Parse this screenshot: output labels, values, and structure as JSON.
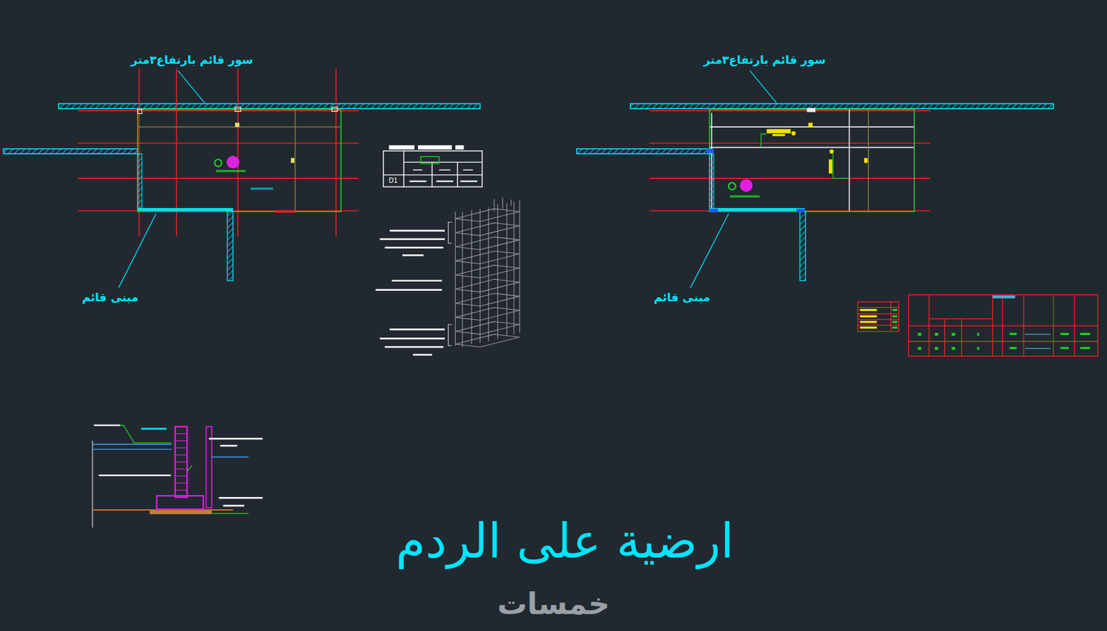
{
  "diagram": {
    "title": "ارضية على الردم",
    "labels": [
      "سور قائم بارتفاع٣متر",
      "سور قائم بارتفاع٣متر",
      "مبنى قائم",
      "مبنى قائم",
      "D1",
      "خمسات"
    ]
  }
}
